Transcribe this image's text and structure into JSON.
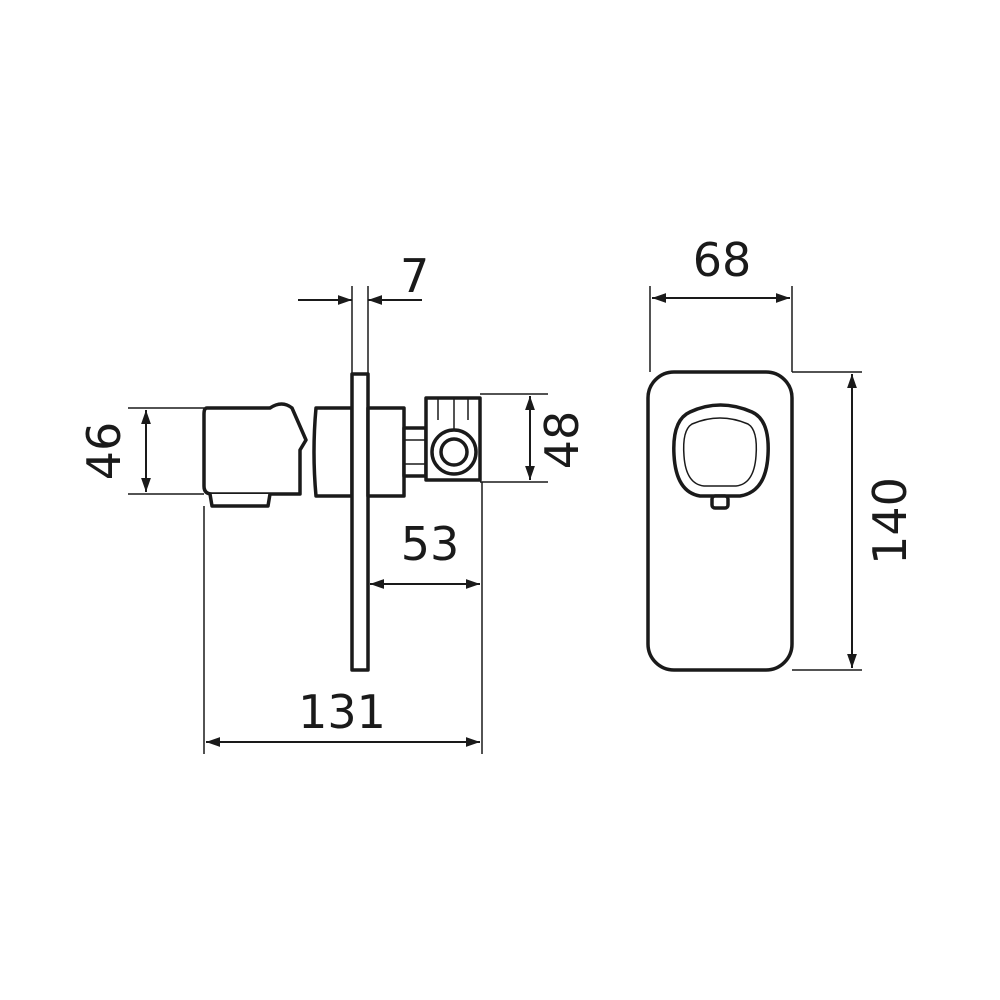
{
  "colors": {
    "line": "#1a1a1a",
    "background": "#ffffff"
  },
  "dimensions": {
    "plate_thickness": "7",
    "body_height": "46",
    "connector_height": "48",
    "rear_depth": "53",
    "overall_depth": "131",
    "plate_width": "68",
    "plate_height": "140"
  }
}
